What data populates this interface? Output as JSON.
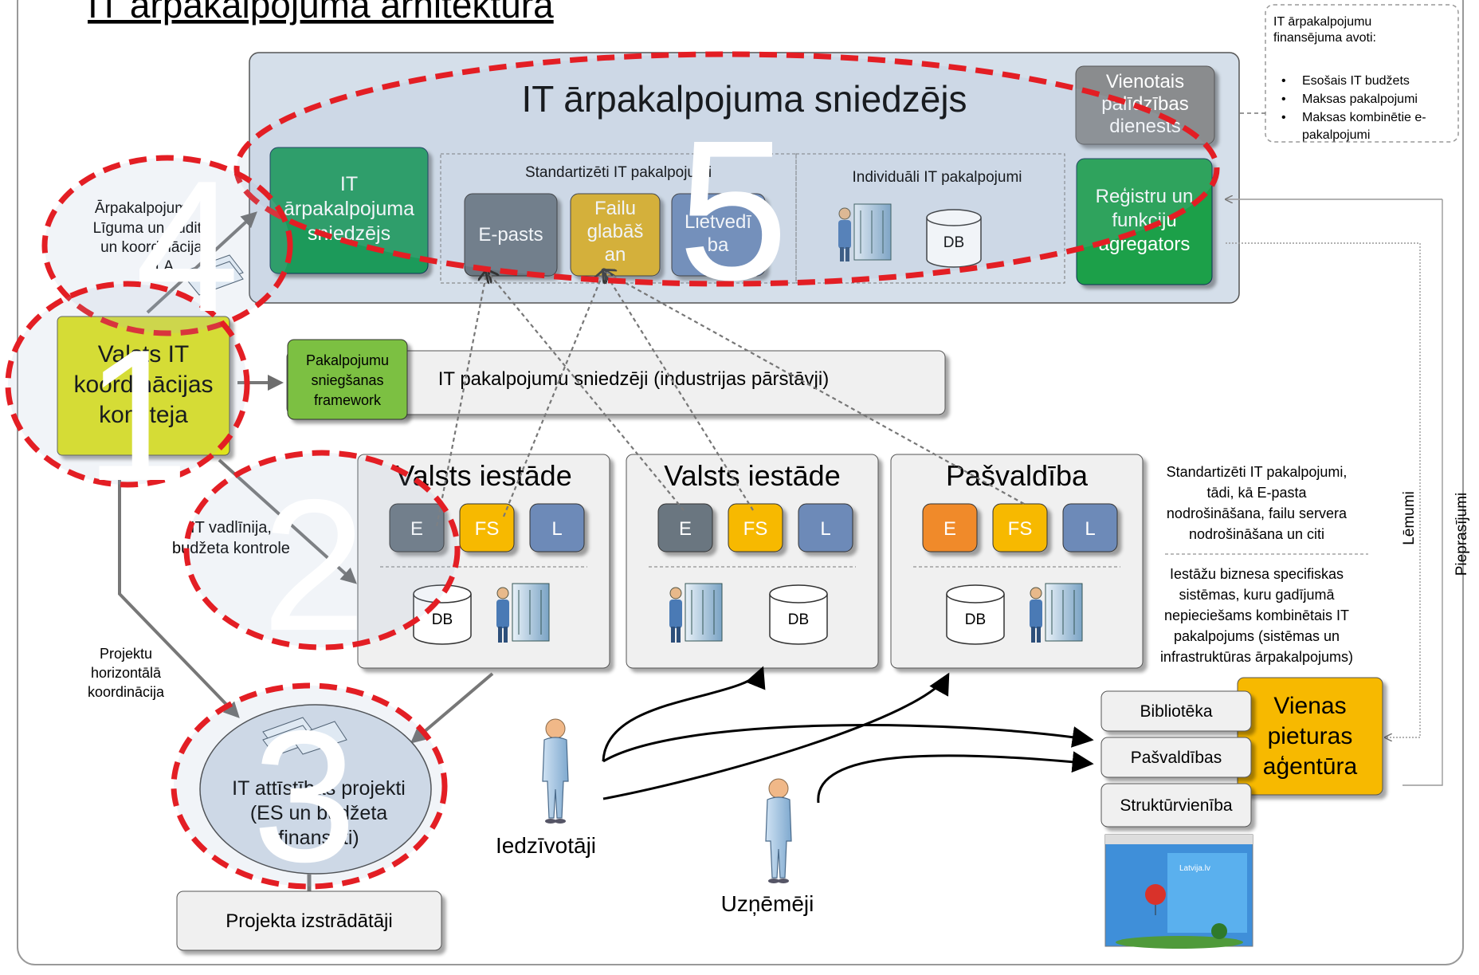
{
  "title": "IT ārpakalpojuma arhitektūra",
  "finance_box": {
    "heading_line1": "IT ārpakalpojumu",
    "heading_line2": "finansējuma avoti:",
    "bullets": [
      "Esošais IT budžets",
      "Maksas pakalpojumi",
      "Maksas kombinētie e-",
      "pakalpojumi"
    ]
  },
  "provider_panel": {
    "title": "IT ārpakalpojuma sniedzējs",
    "helpdesk": [
      "Vienotais",
      "palīdzības",
      "dienests"
    ],
    "it_provider_box": [
      "IT",
      "ārpakalpojuma",
      "sniedzējs"
    ],
    "standard_label": "Standartizēti IT pakalpojumi",
    "individual_label": "Individuāli IT pakalpojumi",
    "epasts": "E-pasts",
    "failu": [
      "Failu",
      "glabāš",
      "an"
    ],
    "lietvediba": [
      "Lietvedī",
      "ba"
    ],
    "db": "DB",
    "registry": [
      "Reģistru un",
      "funkciju",
      "agregators"
    ]
  },
  "outsourcing_label": [
    "Ārpakalpojum",
    "Līguma un audita",
    "un koordinācija",
    "SLA"
  ],
  "coordination": [
    "Valsts IT",
    "koordinācijas",
    "komiteja"
  ],
  "framework": [
    "Pakalpojumu",
    "sniegšanas",
    "framework"
  ],
  "industry_bar": "IT pakalpojumu sniedzēji (industrijas pārstāvji)",
  "institutions": [
    {
      "title": "Valsts iestāde",
      "e": "E",
      "fs": "FS",
      "l": "L",
      "db": "DB"
    },
    {
      "title": "Valsts iestāde",
      "e": "E",
      "fs": "FS",
      "l": "L",
      "db": "DB"
    },
    {
      "title": "Pašvaldība",
      "e": "E",
      "fs": "FS",
      "l": "L",
      "db": "DB"
    }
  ],
  "guidelines": [
    "IT vadlīnija,",
    "budžeta kontrole"
  ],
  "horizontal": [
    "Projektu",
    "horizontālā",
    "koordinācija"
  ],
  "projects": [
    "IT attīstības projekti",
    "(ES un budžeta",
    "finansēti)"
  ],
  "developers": "Projekta izstrādātāji",
  "residents": "Iedzīvotāji",
  "entrepreneurs": "Uzņēmēji",
  "right_text_1": [
    "Standartizēti IT pakalpojumi,",
    "tādi, kā E-pasta",
    "nodrošināšana, failu servera",
    "nodrošināšana un citi"
  ],
  "right_text_2": [
    "Iestāžu biznesa specifiskas",
    "sistēmas, kuru gadījumā",
    "nepieciešams kombinētais IT",
    "pakalpojums (sistēmas un",
    "infrastruktūras ārpakalpojums)"
  ],
  "lemumi": "Lēmumi",
  "prasijumi": "Pieprasījumi",
  "one_stop": [
    "Vienas",
    "pieturas",
    "aģentūra"
  ],
  "channels": [
    "Bibliotēka",
    "Pašvaldības",
    "Struktūrvienība"
  ],
  "website_text": "Latvija.lv",
  "markers": [
    "1",
    "2",
    "3",
    "4",
    "5"
  ],
  "colors": {
    "panel": "#d5dfea",
    "green": "#1a9a5a",
    "gray_service": "#6b7680",
    "yellow_service": "#ddb024",
    "blue_service": "#6d8ab8",
    "gray_help": "#8a8c8e",
    "lime": "#dfe31f",
    "framework": "#7cc043",
    "orange": "#f7b900",
    "orange_e": "#f08a2a",
    "red_dash": "#e31e24"
  }
}
